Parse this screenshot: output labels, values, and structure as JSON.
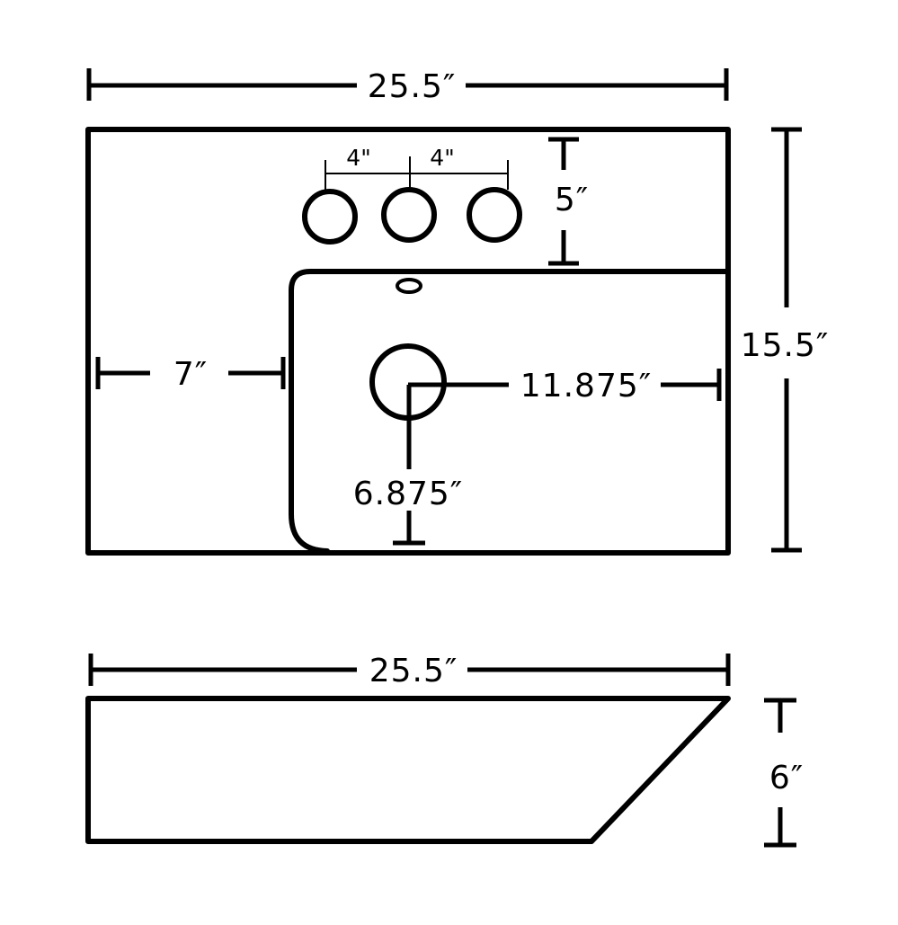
{
  "top_view": {
    "width_label": "25.5″",
    "height_label": "15.5″",
    "hole_spacing_left_label": "4\"",
    "hole_spacing_right_label": "4\"",
    "deck_depth_label": "5″",
    "left_offset_label": "7″",
    "drain_to_right_label": "11.875″",
    "drain_to_front_label": "6.875″"
  },
  "side_view": {
    "width_label": "25.5″",
    "height_label": "6″"
  }
}
